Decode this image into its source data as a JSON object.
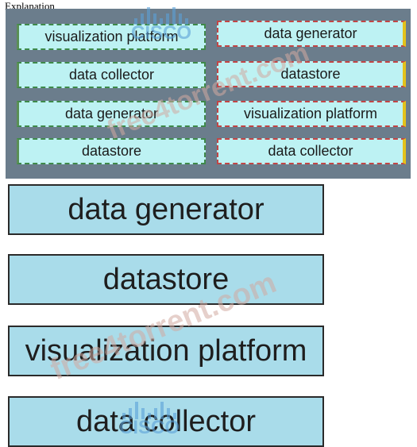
{
  "answer_label": "Explanation",
  "drag_items": [
    {
      "label": "visualization platform"
    },
    {
      "label": "data generator"
    },
    {
      "label": "data collector"
    },
    {
      "label": "datastore"
    },
    {
      "label": "data generator"
    },
    {
      "label": "visualization platform"
    },
    {
      "label": "datastore"
    },
    {
      "label": "data collector"
    }
  ],
  "answer_slots": [
    {
      "label": "data generator"
    },
    {
      "label": "datastore"
    },
    {
      "label": "visualization platform"
    },
    {
      "label": "data collector"
    }
  ],
  "watermark": {
    "text": "free4torrent.com"
  },
  "logo": {
    "word": "CISCO"
  },
  "colors": {
    "panel": "#6b7d8c",
    "chip_fill": "#bdf2f3",
    "slot_fill": "#a9dcea"
  }
}
